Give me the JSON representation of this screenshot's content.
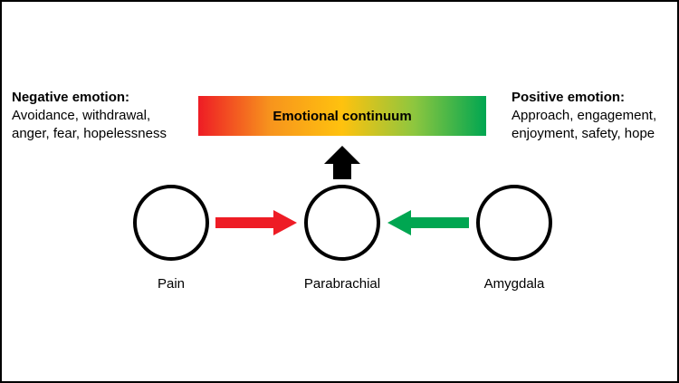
{
  "negative": {
    "title": "Negative emotion:",
    "lines": [
      "Avoidance, withdrawal,",
      "anger, fear, hopelessness"
    ]
  },
  "positive": {
    "title": "Positive emotion:",
    "lines": [
      "Approach, engagement,",
      "enjoyment, safety, hope"
    ]
  },
  "continuum": {
    "label": "Emotional continuum",
    "gradient": [
      "#ee1c25",
      "#f7941d",
      "#ffc20e",
      "#8dc63f",
      "#00a651"
    ]
  },
  "nodes": [
    {
      "label": "Pain"
    },
    {
      "label": "Parabrachial"
    },
    {
      "label": "Amygdala"
    }
  ],
  "colors": {
    "pain_arrow": "#ee1c25",
    "amygdala_arrow": "#00a651",
    "output_arrow": "#000000"
  }
}
